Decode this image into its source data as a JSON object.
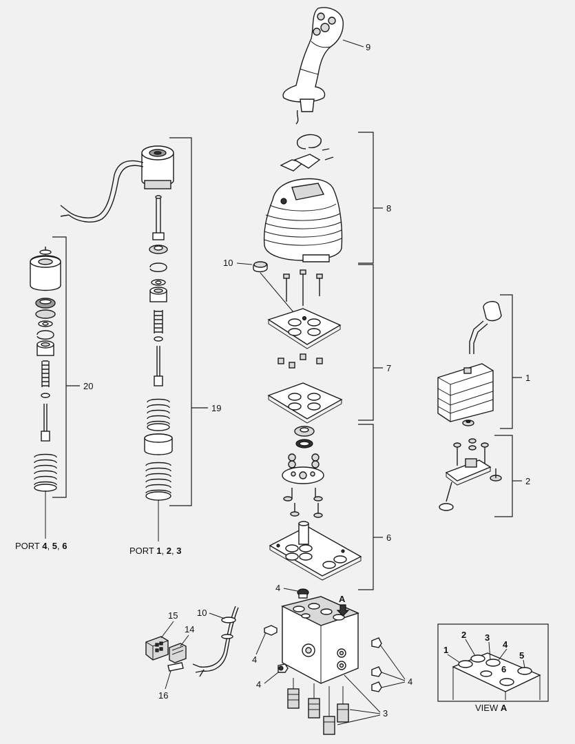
{
  "callouts": {
    "c1": "1",
    "c2": "2",
    "c3": "3",
    "c4a": "4",
    "c4b": "4",
    "c4c": "4",
    "c4d": "4",
    "c6": "6",
    "c7": "7",
    "c8": "8",
    "c9": "9",
    "c10a": "10",
    "c10b": "10",
    "c14": "14",
    "c15": "15",
    "c16": "16",
    "c19": "19",
    "c20": "20"
  },
  "port_left": {
    "prefix": "PORT ",
    "n1": "4",
    "sep1": ", ",
    "n2": "5",
    "sep2": ", ",
    "n3": "6"
  },
  "port_right": {
    "prefix": "PORT ",
    "n1": "1",
    "sep1": ", ",
    "n2": "2",
    "sep2": ", ",
    "n3": "3"
  },
  "view_arrow_label": "A",
  "view_a": {
    "caption_prefix": "VIEW ",
    "caption_letter": "A",
    "ports": [
      "1",
      "2",
      "3",
      "4",
      "5",
      "6"
    ]
  }
}
